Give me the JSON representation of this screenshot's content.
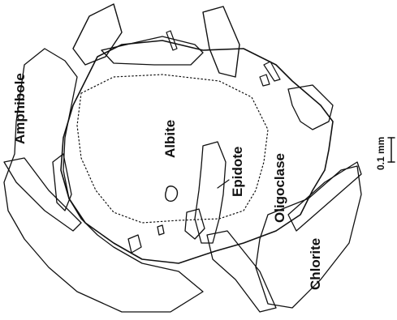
{
  "figure": {
    "labels": {
      "amphibole": "Amphibole",
      "albite": "Albite",
      "epidote": "Epidote",
      "oligoclase": "Oligoclase",
      "chlorite": "Chlorite"
    },
    "scale_bar": {
      "label": "0.1 mm"
    }
  }
}
